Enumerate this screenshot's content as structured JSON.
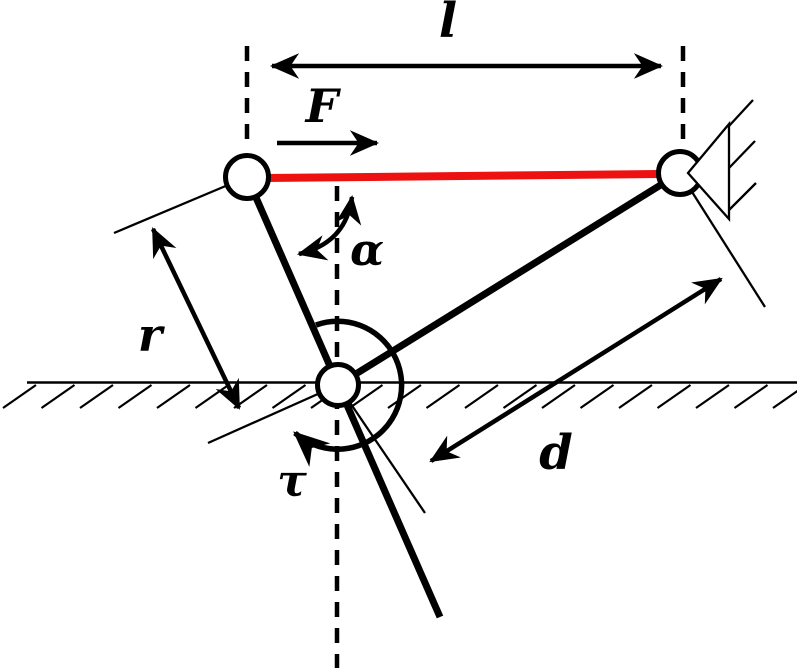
{
  "colors": {
    "ink": "#000000",
    "rod": "#EE1111",
    "background": "#FFFFFF"
  },
  "labels": {
    "span": "l",
    "force": "F",
    "angle": "α",
    "crank": "r",
    "coupler": "d",
    "torque": "τ"
  }
}
